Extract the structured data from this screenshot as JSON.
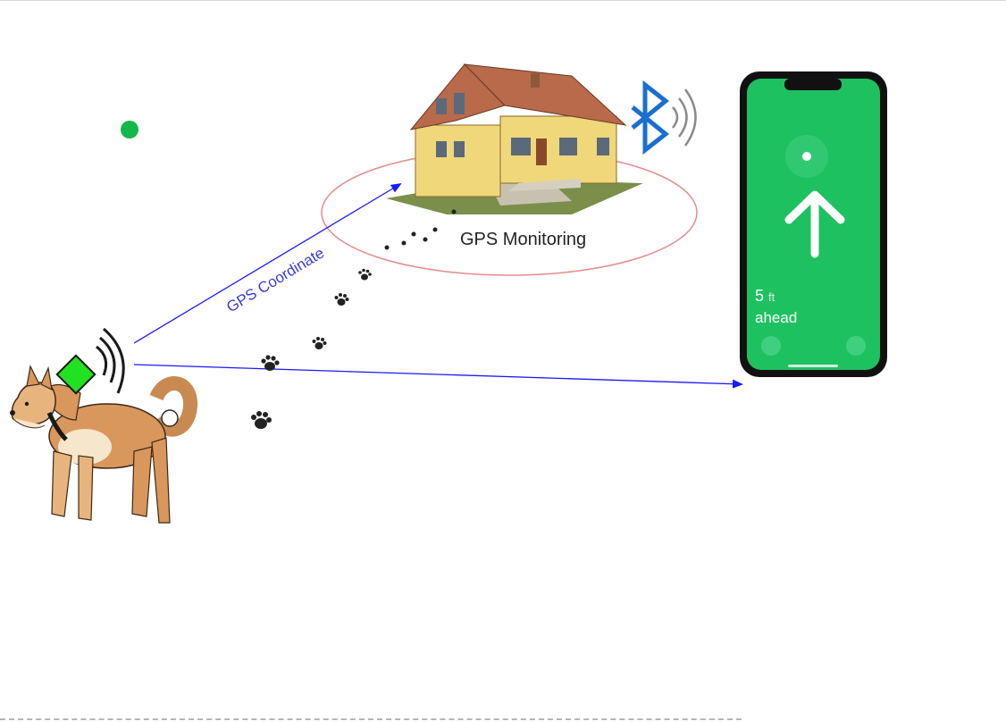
{
  "diagram": {
    "labels": {
      "gps_monitoring": "GPS Monitoring",
      "gps_coordinate": "GPS Coordinate"
    },
    "phone_screen": {
      "distance_value": "5",
      "distance_unit": "ft",
      "direction": "ahead"
    },
    "icons": [
      "dog-icon",
      "gps-tag-icon",
      "wireless-signal-icon",
      "house-icon",
      "bluetooth-icon",
      "smartphone-icon",
      "up-arrow-icon",
      "paw-print-icon"
    ],
    "colors": {
      "arrow": "#1a1aff",
      "tracker_tag": "#22e022",
      "monitoring_zone": "#e58c8c",
      "bluetooth": "#1a6fd1",
      "phone_screen": "#1ec160",
      "status_dot": "#14b84a"
    }
  }
}
